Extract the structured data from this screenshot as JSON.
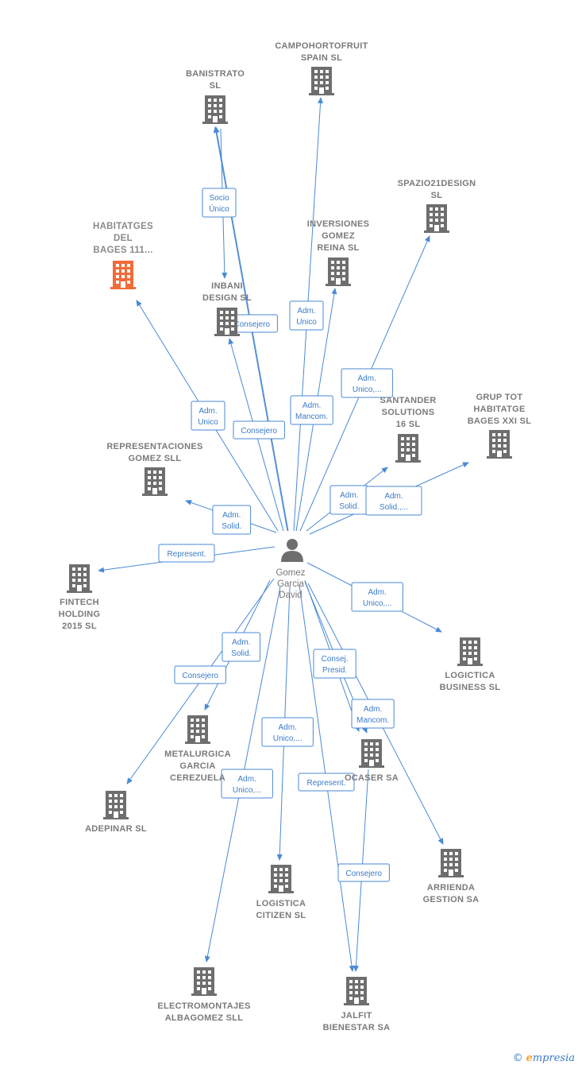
{
  "colors": {
    "edge": "#4a8ad4",
    "building": "#6e6e6e",
    "highlight": "#f26b3a",
    "person": "#6e6e6e"
  },
  "person": {
    "lines": [
      "Gomez",
      "Garcia",
      "David"
    ],
    "icon": "person-icon"
  },
  "companies": [
    {
      "id": "campohortofruit",
      "lines": [
        "CAMPOHORTOFRUIT",
        "SPAIN  SL"
      ]
    },
    {
      "id": "banistrato",
      "lines": [
        "BANISTRATO",
        "SL"
      ]
    },
    {
      "id": "spazio21",
      "lines": [
        "SPAZIO21DESIGN",
        "SL"
      ]
    },
    {
      "id": "habitatges",
      "lines": [
        "HABITATGES",
        "DEL",
        "BAGES 111..."
      ],
      "highlight": true
    },
    {
      "id": "inversiones",
      "lines": [
        "INVERSIONES",
        "GOMEZ",
        "REINA  SL"
      ]
    },
    {
      "id": "inbani",
      "lines": [
        "INBANI",
        "DESIGN  SL"
      ]
    },
    {
      "id": "santander",
      "lines": [
        "SANTANDER",
        "SOLUTIONS",
        "16  SL"
      ]
    },
    {
      "id": "grup",
      "lines": [
        "GRUP TOT",
        "HABITATGE",
        "BAGES XXI SL"
      ]
    },
    {
      "id": "representaciones",
      "lines": [
        "REPRESENTACIONES",
        "GOMEZ SLL"
      ]
    },
    {
      "id": "fintech",
      "lines": [
        "FINTECH",
        "HOLDING",
        "2015  SL"
      ]
    },
    {
      "id": "logictica",
      "lines": [
        "LOGICTICA",
        "BUSINESS  SL"
      ]
    },
    {
      "id": "metalurgica",
      "lines": [
        "METALURGICA",
        "GARCIA",
        "CEREZUELA"
      ]
    },
    {
      "id": "ocaser",
      "lines": [
        "OCASER SA"
      ]
    },
    {
      "id": "adepinar",
      "lines": [
        "ADEPINAR  SL"
      ]
    },
    {
      "id": "arrienda",
      "lines": [
        "ARRIENDA",
        "GESTION SA"
      ]
    },
    {
      "id": "logistica",
      "lines": [
        "LOGISTICA",
        "CITIZEN  SL"
      ]
    },
    {
      "id": "electromontajes",
      "lines": [
        "ELECTROMONTAJES",
        "ALBAGOMEZ SLL"
      ]
    },
    {
      "id": "jalfit",
      "lines": [
        "JALFIT",
        "BIENESTAR SA"
      ]
    }
  ],
  "relations": [
    {
      "id": "banistrato-inbani",
      "lines": [
        "Socio",
        "Único"
      ]
    },
    {
      "id": "p-banistrato",
      "lines": []
    },
    {
      "id": "p-inbani-a",
      "lines": [
        "Consejero"
      ]
    },
    {
      "id": "p-inbani-b",
      "lines": [
        "Consejero"
      ]
    },
    {
      "id": "p-habitatges",
      "lines": [
        "Adm.",
        "Unico"
      ]
    },
    {
      "id": "p-campohortofruit",
      "lines": [
        "Adm.",
        "Unico"
      ]
    },
    {
      "id": "p-inversiones",
      "lines": [
        "Adm.",
        "Mancom."
      ]
    },
    {
      "id": "p-spazio21",
      "lines": [
        "Adm.",
        "Unico,..."
      ]
    },
    {
      "id": "p-santander",
      "lines": [
        "Adm.",
        "Solid."
      ]
    },
    {
      "id": "p-grup",
      "lines": [
        "Adm.",
        "Solid.,..."
      ]
    },
    {
      "id": "p-representaciones",
      "lines": [
        "Adm.",
        "Solid."
      ]
    },
    {
      "id": "p-fintech",
      "lines": [
        "Represent."
      ]
    },
    {
      "id": "p-logictica",
      "lines": [
        "Adm.",
        "Unico,..."
      ]
    },
    {
      "id": "p-metalurgica",
      "lines": [
        "Adm.",
        "Solid."
      ]
    },
    {
      "id": "p-adepinar",
      "lines": [
        "Consejero"
      ]
    },
    {
      "id": "p-ocaser-a",
      "lines": [
        "Consej.",
        "Presid."
      ]
    },
    {
      "id": "p-ocaser-b",
      "lines": [
        "Adm.",
        "Mancom."
      ]
    },
    {
      "id": "p-logistica",
      "lines": [
        "Adm.",
        "Unico,..."
      ]
    },
    {
      "id": "p-electromontajes",
      "lines": [
        "Adm.",
        "Unico,..."
      ]
    },
    {
      "id": "p-jalfit",
      "lines": [
        "Represent."
      ]
    },
    {
      "id": "ocaser-jalfit",
      "lines": [
        "Consejero"
      ]
    },
    {
      "id": "p-arrienda",
      "lines": []
    }
  ],
  "brand": {
    "copyright": "©",
    "first_letter": "e",
    "rest": "mpresia"
  }
}
